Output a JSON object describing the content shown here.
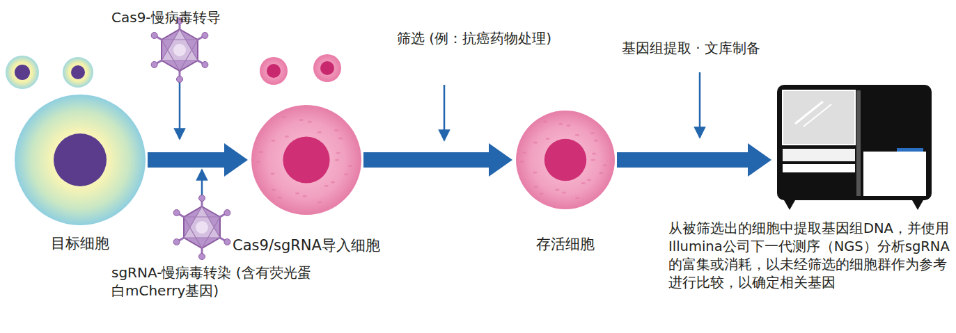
{
  "diagram": {
    "nodes": [
      {
        "text": [
          "目标细胞"
        ]
      },
      {
        "text": [
          "Cas9-慢病毒转导"
        ]
      },
      {
        "text": [
          "sgRNA-慢病毒转染 (含有荧光蛋白mCherry基因)"
        ]
      },
      {
        "text": [
          "Cas9/sgRNA导入细胞"
        ]
      },
      {
        "text": [
          "存活细胞"
        ]
      },
      {
        "text": [
          "从被筛选出的细胞中提取基因组DNA，并使用Illumina公司下一代测序（NGS）分析sgRNA的富集或消耗，以未经筛选的细胞群作为参考进行比较，以确定相关基因"
        ]
      }
    ],
    "edges": [
      {
        "from": 0,
        "to": 3,
        "arrow": "to"
      },
      {
        "from": 3,
        "to": 4,
        "arrow": "to",
        "label": "筛选 (例：抗癌药物处理)"
      },
      {
        "from": 4,
        "to": 5,
        "arrow": "to",
        "label": "基因组提取 · 文库制备"
      }
    ]
  }
}
